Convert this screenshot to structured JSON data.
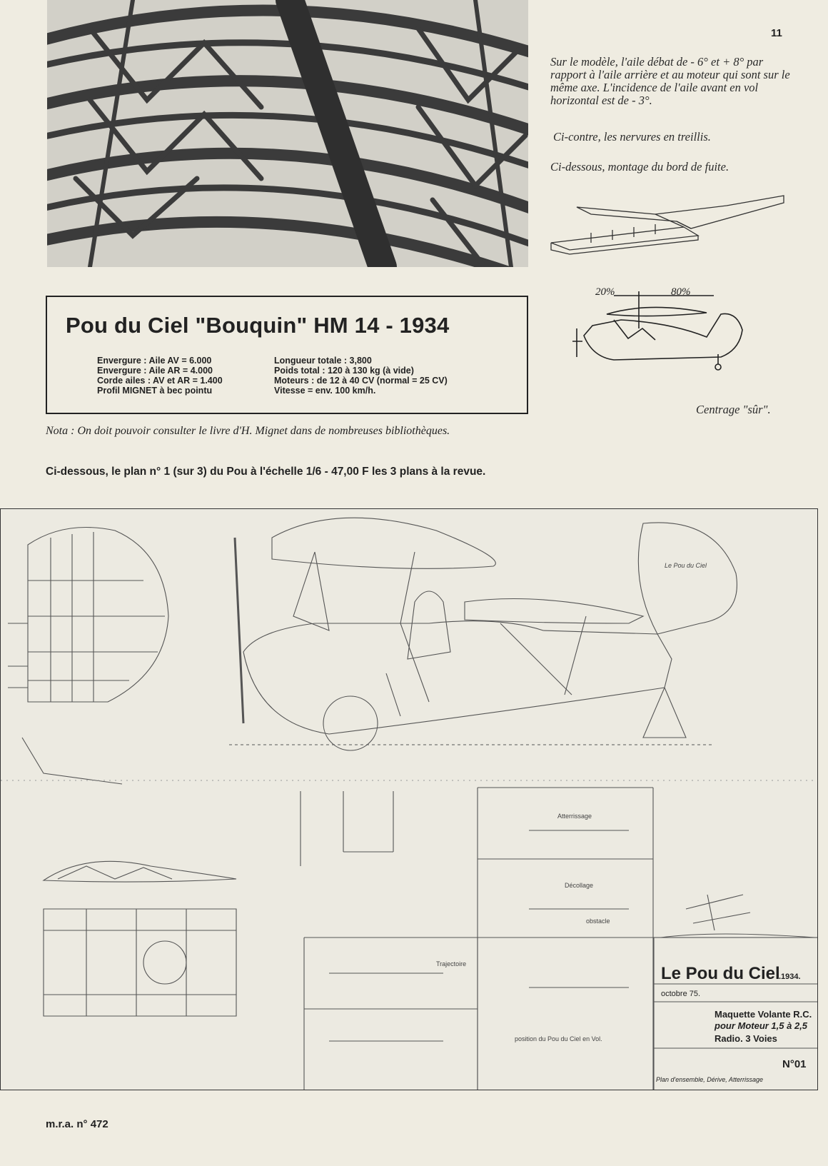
{
  "page_number": "11",
  "captions": {
    "wing_text": "Sur le modèle, l'aile débat de - 6° et + 8° par rapport à l'aile arrière et au moteur qui sont sur le même axe. L'incidence de l'aile avant en vol horizontal est de - 3°.",
    "ribs": "Ci-contre, les nervures en treillis.",
    "trailing_edge": "Ci-dessous, montage du bord de fuite.",
    "centrage": "Centrage \"sûr\".",
    "centrage_left_pct": "20%",
    "centrage_right_pct": "80%"
  },
  "specs": {
    "title": "Pou du Ciel \"Bouquin\" HM 14 - 1934",
    "left": [
      "Envergure : Aile AV = 6.000",
      "Envergure : Aile AR = 4.000",
      "Corde ailes : AV et AR = 1.400",
      "Profil MIGNET à bec pointu"
    ],
    "right": [
      "Longueur totale : 3,800",
      "Poids total : 120 à 130 kg (à vide)",
      "Moteurs : de 12 à 40 CV (normal = 25 CV)",
      "Vitesse = env. 100 km/h."
    ]
  },
  "nota": "Nota : On doit pouvoir consulter le livre d'H. Mignet dans de nombreuses bibliothèques.",
  "plan_caption": "Ci-dessous, le plan n° 1 (sur 3) du Pou à l'échelle 1/6 - 47,00 F les 3 plans à la revue.",
  "plan": {
    "tail_text": "Le Pou du Ciel",
    "title_block": {
      "name": "Le Pou du Ciel",
      "year": ".1934.",
      "date": "octobre 75.",
      "line2": "Maquette Volante R.C.",
      "line3": "pour Moteur 1,5 à 2,5",
      "line4": "Radio. 3 Voies",
      "plan_no": "N°01",
      "footer_note": "Plan d'ensemble, Dérive, Atterrissage"
    },
    "section_labels": {
      "atterrissage": "Atterrissage",
      "decollage": "Décollage",
      "obstacle": "obstacle",
      "position": "position du Pou du Ciel en Vol.",
      "trajectoire": "Trajectoire"
    }
  },
  "footer": "m.r.a. n° 472"
}
